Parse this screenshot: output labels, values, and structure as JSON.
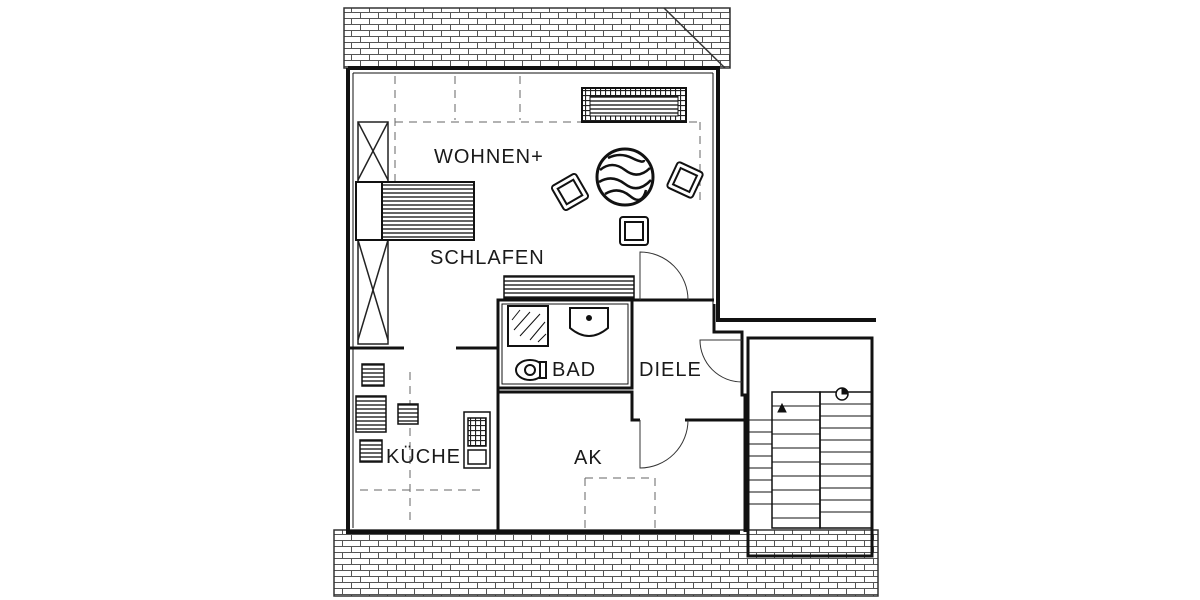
{
  "floorplan": {
    "rooms": {
      "wohnen": "WOHNEN+",
      "schlafen": "SCHLAFEN",
      "bad": "BAD",
      "diele": "DIELE",
      "kueche": "KÜCHE",
      "ak": "AK"
    }
  }
}
